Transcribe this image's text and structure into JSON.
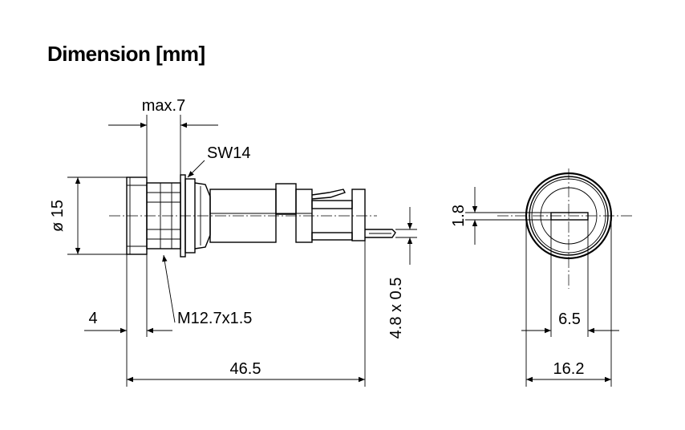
{
  "title": "Dimension [mm]",
  "labels": {
    "max7": "max.7",
    "sw14": "SW14",
    "dia15": "ø 15",
    "thread": "M12.7x1.5",
    "d4": "4",
    "d465": "46.5",
    "d48x05": "4.8 x 0.5",
    "d18": "1.8",
    "d65": "6.5",
    "d162": "16.2"
  }
}
